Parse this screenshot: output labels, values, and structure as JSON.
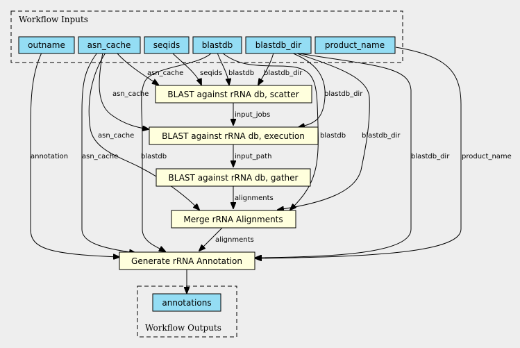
{
  "clusters": {
    "inputs_title": "Workflow Inputs",
    "outputs_title": "Workflow Outputs"
  },
  "inputs": [
    "outname",
    "asn_cache",
    "seqids",
    "blastdb",
    "blastdb_dir",
    "product_name"
  ],
  "steps": {
    "scatter": "BLAST against rRNA db, scatter",
    "execution": "BLAST against rRNA db, execution",
    "gather": "BLAST against rRNA db, gather",
    "merge": "Merge rRNA Alignments",
    "generate": "Generate rRNA Annotation"
  },
  "outputs": [
    "annotations"
  ],
  "edges": {
    "asn_cache_scatter": "asn_cache",
    "seqids_scatter": "seqids",
    "blastdb_scatter": "blastdb",
    "blastdb_dir_scatter": "blastdb_dir",
    "asn_cache_execution": "asn_cache",
    "blastdb_dir_execution": "blastdb_dir",
    "scatter_execution": "input_jobs",
    "execution_gather": "input_path",
    "asn_cache_merge": "asn_cache",
    "blastdb_merge": "blastdb",
    "blastdb_dir_merge": "blastdb_dir",
    "gather_merge": "alignments",
    "outname_generate": "annotation",
    "asn_cache_generate": "asn_cache",
    "blastdb_generate": "blastdb",
    "blastdb_dir_generate": "blastdb_dir",
    "product_name_generate": "product_name",
    "merge_generate": "alignments"
  }
}
